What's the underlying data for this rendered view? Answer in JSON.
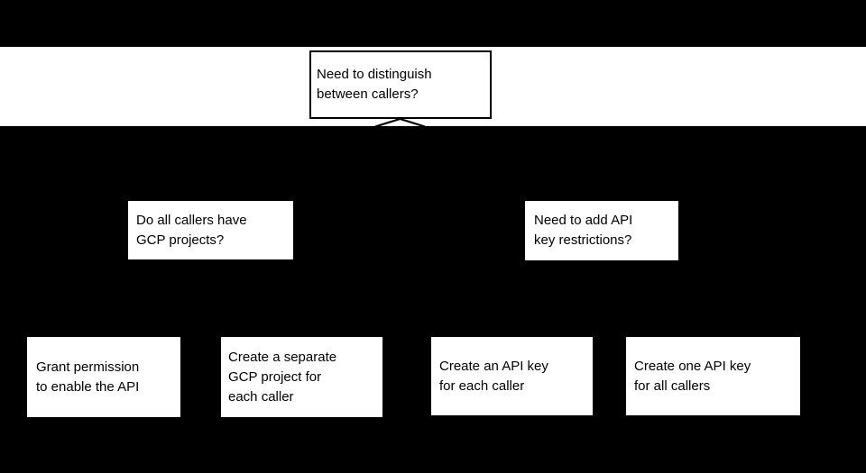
{
  "canvas": {
    "background_color": "#000000",
    "band_color": "#ffffff",
    "box_fill_color": "#ffffff",
    "box_border_color": "#000000",
    "text_color": "#000000"
  },
  "diagram": {
    "type": "decision-tree-flowchart",
    "root": {
      "label": "Need to distinguish\nbetween callers?"
    },
    "branches": {
      "left": {
        "label": "Do all callers have\nGCP projects?"
      },
      "right": {
        "label": "Need to add API\nkey restrictions?"
      }
    },
    "leaves": {
      "grant_permission": {
        "label": "Grant permission\nto enable the API"
      },
      "separate_project": {
        "label": "Create a separate\nGCP project for\neach caller"
      },
      "key_each_caller": {
        "label": "Create an API key\nfor each caller"
      },
      "key_all_callers": {
        "label": "Create one API key\nfor all callers"
      }
    },
    "connector": {
      "icon": "caret-branch"
    }
  }
}
